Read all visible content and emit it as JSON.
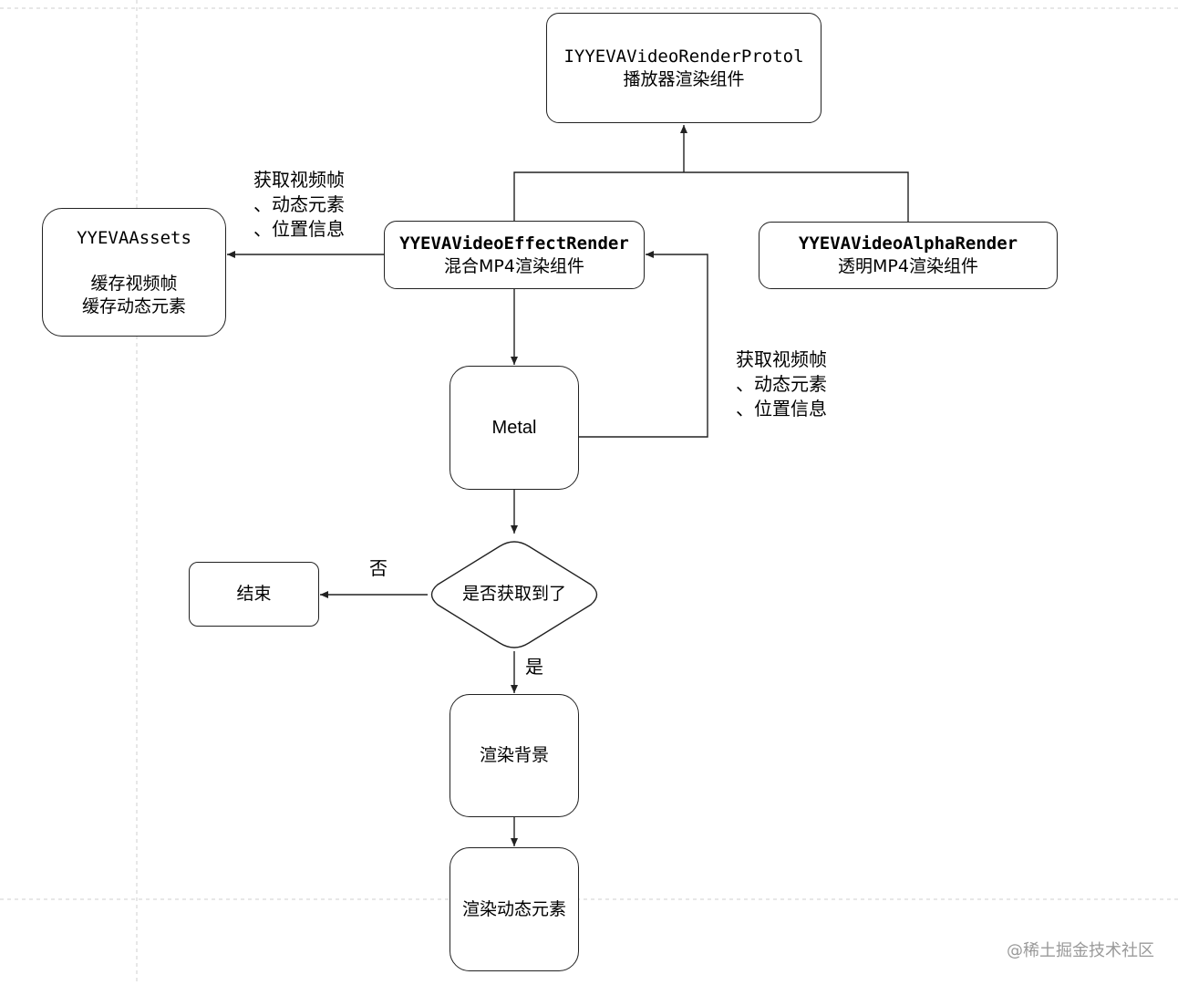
{
  "nodes": {
    "render_protocol": {
      "line1": "IYYEVAVideoRenderProtol",
      "line2": "播放器渲染组件"
    },
    "effect_render": {
      "line1": "YYEVAVideoEffectRender",
      "line2": "混合MP4渲染组件"
    },
    "alpha_render": {
      "line1": "YYEVAVideoAlphaRender",
      "line2": "透明MP4渲染组件"
    },
    "assets": {
      "line1": "YYEVAAssets",
      "line2": "缓存视频帧",
      "line3": "缓存动态元素"
    },
    "metal": {
      "label": "Metal"
    },
    "decision": {
      "label": "是否获取到了"
    },
    "end": {
      "label": "结束"
    },
    "render_background": {
      "label": "渲染背景"
    },
    "render_elements": {
      "label": "渲染动态元素"
    }
  },
  "edge_labels": {
    "fetch_to_assets": [
      "获取视频帧",
      "、动态元素",
      "、位置信息"
    ],
    "fetch_from_metal": [
      "获取视频帧",
      "、动态元素",
      "、位置信息"
    ],
    "no": "否",
    "yes": "是"
  },
  "watermark": "@稀土掘金技术社区"
}
